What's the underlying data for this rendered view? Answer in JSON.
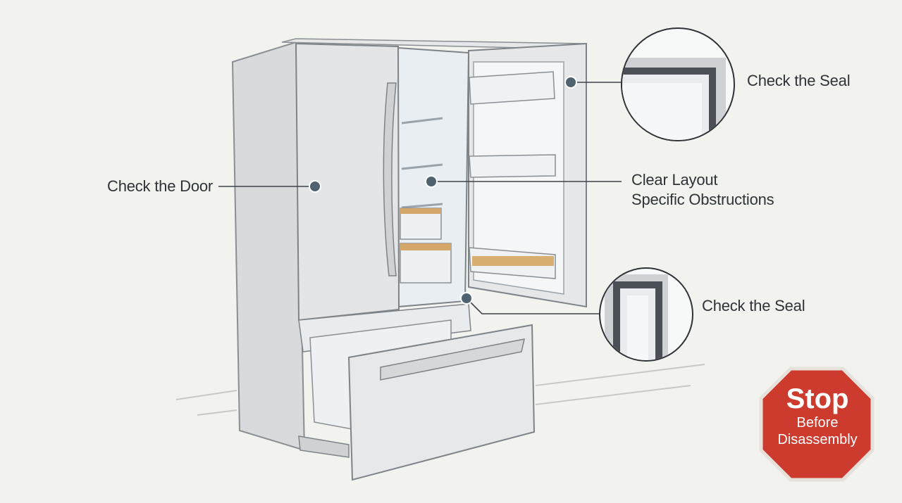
{
  "callouts": {
    "door": "Check the Door",
    "seal_top": "Check the Seal",
    "clear_line1": "Clear Layout",
    "clear_line2": "Specific Obstructions",
    "seal_bottom": "Check the Seal"
  },
  "stop_sign": {
    "title": "Stop",
    "line1": "Before",
    "line2": "Disassembly"
  },
  "colors": {
    "background": "#f2f2ee",
    "stop_red": "#cc3b2e",
    "marker": "#4f6270",
    "ink": "#2e3338"
  },
  "icons": {
    "refrigerator": "refrigerator-illustration",
    "stop": "stop-sign-icon"
  }
}
